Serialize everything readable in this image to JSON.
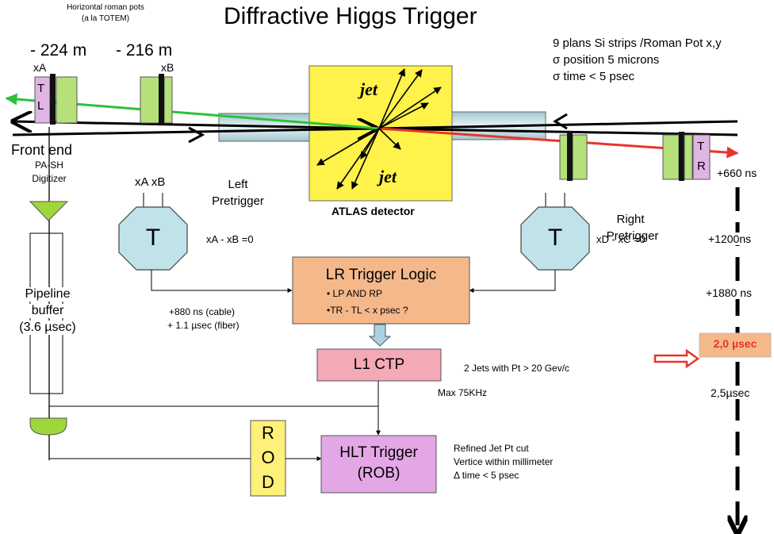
{
  "title": "Diffractive Higgs Trigger",
  "roman_pots_note": [
    "Horizontal roman pots",
    "(a la TOTEM)"
  ],
  "positions": {
    "left_far": "- 224 m",
    "left_near": "- 216 m"
  },
  "pot_labels": {
    "xA": "xA",
    "xB": "xB",
    "TL": [
      "T",
      "L"
    ],
    "TR": [
      "T",
      "R"
    ]
  },
  "specs": [
    "9 plans Si strips /Roman Pot x,y",
    "σ position  5 microns",
    "σ time  < 5 psec"
  ],
  "detector": {
    "jet_top": "jet",
    "jet_bottom": "jet",
    "label": "ATLAS detector"
  },
  "front_end": {
    "title": "Front end",
    "line1": "PA-SH",
    "line2": "Digitizer"
  },
  "pipeline": [
    "Pipeline",
    "buffer",
    "(3.6 µsec)"
  ],
  "left_pretrigger": {
    "inputs": "xA  xB",
    "label": [
      "Left",
      "Pretrigger"
    ],
    "symbol": "T",
    "condition": "xA - xB =0"
  },
  "right_pretrigger": {
    "label": [
      "Right",
      "Pretrigger"
    ],
    "symbol": "T",
    "condition": "xD - xC =0"
  },
  "lr_logic": {
    "title": "LR Trigger Logic",
    "items": [
      "• LP AND  RP",
      "•TR - TL <  x  psec ?"
    ]
  },
  "cable_delay": [
    "+880 ns (cable)",
    "+ 1.1 µsec (fiber)"
  ],
  "l1": {
    "title": "L1 CTP",
    "note": "2 Jets with Pt > 20 Gev/c",
    "rate": "Max 75KHz"
  },
  "rod": [
    "R",
    "O",
    "D"
  ],
  "hlt": {
    "title": [
      "HLT Trigger",
      "(ROB)"
    ],
    "notes": [
      "Refined Jet Pt cut",
      "Vertice within millimeter",
      "Δ time < 5 psec"
    ]
  },
  "timeline": [
    "+660 ns",
    "+1200ns",
    "+1880 ns",
    "2,0 µsec",
    "2,5µsec"
  ],
  "colors": {
    "accent_red": "#e8352a",
    "green_track": "#2cc13a",
    "detector": "#fff24a",
    "pot": "#b6e07a",
    "lr_logic": "#f5b88a",
    "l1": "#f4a9b6",
    "hlt": "#e3a7e6",
    "rod": "#fff07a",
    "pretrigger": "#bfe3e8"
  }
}
